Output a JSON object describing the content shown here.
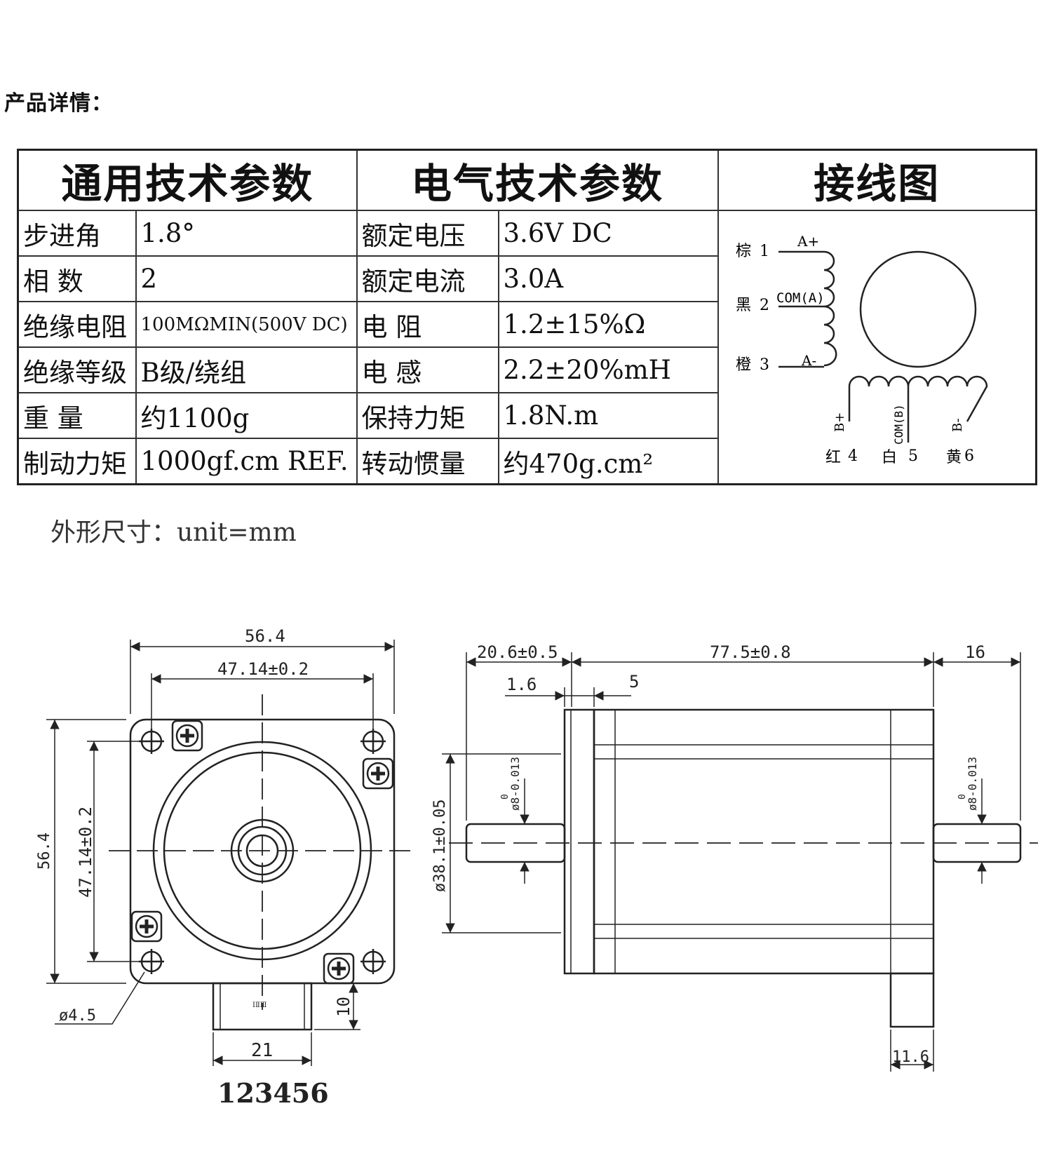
{
  "heading": "产品详情：",
  "spec_table": {
    "headers": [
      "通用技术参数",
      "电气技术参数",
      "接线图"
    ],
    "rows": [
      {
        "g_label": "步进角",
        "g_value": "1.8°",
        "e_label": "额定电压",
        "e_value": "3.6V DC"
      },
      {
        "g_label": "相 数",
        "g_value": "2",
        "e_label": "额定电流",
        "e_value": "3.0A"
      },
      {
        "g_label": "绝缘电阻",
        "g_value": "100MΩMIN(500V DC)",
        "e_label": "电 阻",
        "e_value": "1.2±15%Ω"
      },
      {
        "g_label": "绝缘等级",
        "g_value": "B级/绕组",
        "e_label": "电 感",
        "e_value": "2.2±20%mH"
      },
      {
        "g_label": "重 量",
        "g_value": "约1100g",
        "e_label": "保持力矩",
        "e_value": "1.8N.m"
      },
      {
        "g_label": "制动力矩",
        "g_value": "1000gf.cm REF.",
        "e_label": "转动惯量",
        "e_value": "约470g.cm²"
      }
    ]
  },
  "wiring": {
    "wire1_color": "棕",
    "wire1_num": "1",
    "wire1_signal": "A+",
    "wire2_color": "黑",
    "wire2_num": "2",
    "wire2_signal": "COM(A)",
    "wire3_color": "橙",
    "wire3_num": "3",
    "wire3_signal": "A-",
    "wire4_color": "红",
    "wire4_num": "4",
    "wire4_signal": "B+",
    "wire5_color": "白",
    "wire5_num": "5",
    "wire5_signal": "COM(B)",
    "wire6_color": "黄",
    "wire6_num": "6",
    "wire6_signal": "B-"
  },
  "dims_heading": "外形尺寸：unit=mm",
  "front_view": {
    "width_overall": "56.4",
    "hole_spacing_h": "47.14±0.2",
    "height_overall": "56.4",
    "hole_spacing_v": "47.14±0.2",
    "hole_dia": "ø4.5",
    "connector_height": "10",
    "connector_width": "21",
    "connector_label": "123456",
    "connector_text": "ⅠⅡⅢ"
  },
  "side_view": {
    "front_shaft_len": "20.6±0.5",
    "body_len": "77.5±0.8",
    "rear_shaft_len": "16",
    "flange_thk": "1.6",
    "boss_len": "5",
    "pilot_dia": "ø38.1±0.05",
    "shaft_dia_front": "ø8-0.013",
    "shaft_dia_rear": "ø8-0.013",
    "shaft_tol_upper": "0",
    "connector_w": "11.6"
  }
}
